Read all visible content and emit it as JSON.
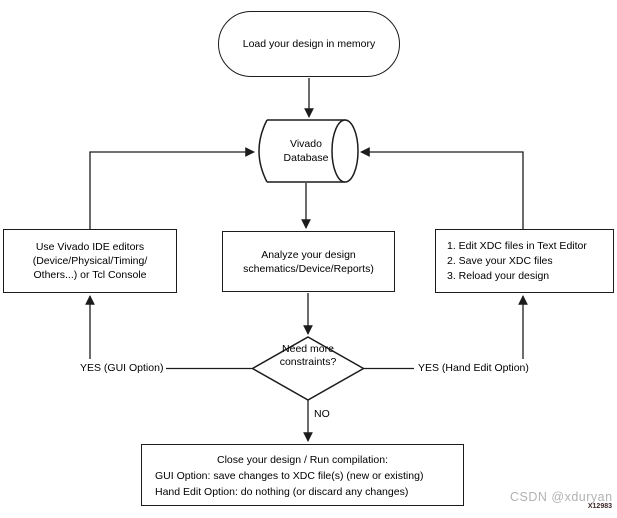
{
  "colors": {
    "stroke": "#1c1c1c",
    "text": "#000000",
    "background": "#ffffff",
    "watermark_gray": "#b2b2b2"
  },
  "nodes": {
    "start": {
      "label": "Load your design in memory"
    },
    "database": {
      "line1": "Vivado",
      "line2": "Database"
    },
    "gui_editors": {
      "line1": "Use Vivado IDE editors",
      "line2": "(Device/Physical/Timing/",
      "line3": "Others...) or Tcl Console"
    },
    "analyze": {
      "line1": "Analyze your design",
      "line2": "schematics/Device/Reports)"
    },
    "hand_edit": {
      "line1": "1. Edit XDC files in Text Editor",
      "line2": "2. Save your XDC files",
      "line3": "3. Reload your design"
    },
    "decision": {
      "line1": "Need more",
      "line2": "constraints?"
    },
    "close_design": {
      "line1": "Close your design / Run compilation:",
      "line2": "GUI Option: save changes to XDC file(s) (new or existing)",
      "line3": "Hand Edit Option: do nothing (or discard any changes)"
    }
  },
  "edge_labels": {
    "yes_gui": "YES (GUI Option)",
    "yes_hand_edit": "YES (Hand Edit Option)",
    "no": "NO"
  },
  "watermark": {
    "text": "CSDN @xduryan"
  },
  "figure_id": "X12983"
}
